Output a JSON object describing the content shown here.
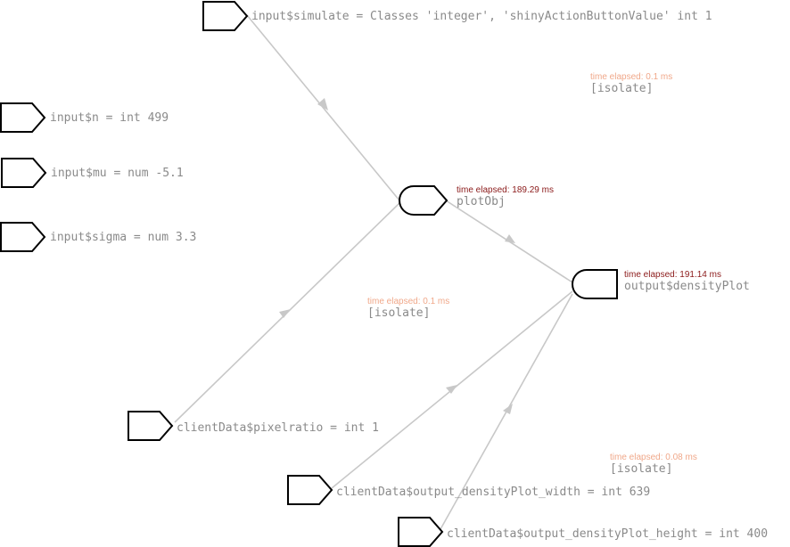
{
  "colors": {
    "edge": "#c8c8c8",
    "shape_stroke": "#000000",
    "label": "#8a8a8a",
    "time_hot": "#8b1a1a",
    "time_cold": "#f0a88a"
  },
  "nodes": {
    "simulate": {
      "label": "input$simulate = Classes 'integer', 'shinyActionButtonValue'  int 1",
      "kind": "source"
    },
    "n": {
      "label": "input$n =  int 499",
      "kind": "source"
    },
    "mu": {
      "label": "input$mu =  num -5.1",
      "kind": "source"
    },
    "sigma": {
      "label": "input$sigma =  num 3.3",
      "kind": "source"
    },
    "plotObj": {
      "label": "plotObj",
      "kind": "conductor",
      "time": "time elapsed: 189.29 ms"
    },
    "densityPlot": {
      "label": "output$densityPlot",
      "kind": "endpoint",
      "time": "time elapsed: 191.14 ms"
    },
    "pixelratio": {
      "label": "clientData$pixelratio =  int 1",
      "kind": "source"
    },
    "plotWidth": {
      "label": "clientData$output_densityPlot_width =  int 639",
      "kind": "source"
    },
    "plotHeight": {
      "label": "clientData$output_densityPlot_height =  int 400",
      "kind": "source"
    }
  },
  "isolates": [
    {
      "time": "time elapsed: 0.1 ms",
      "label": "[isolate]"
    },
    {
      "time": "time elapsed: 0.1 ms",
      "label": "[isolate]"
    },
    {
      "time": "time elapsed: 0.08 ms",
      "label": "[isolate]"
    }
  ],
  "edges": [
    {
      "from": "simulate",
      "to": "plotObj"
    },
    {
      "from": "pixelratio",
      "to": "plotObj"
    },
    {
      "from": "plotObj",
      "to": "densityPlot"
    },
    {
      "from": "plotWidth",
      "to": "densityPlot"
    },
    {
      "from": "plotHeight",
      "to": "densityPlot"
    }
  ]
}
